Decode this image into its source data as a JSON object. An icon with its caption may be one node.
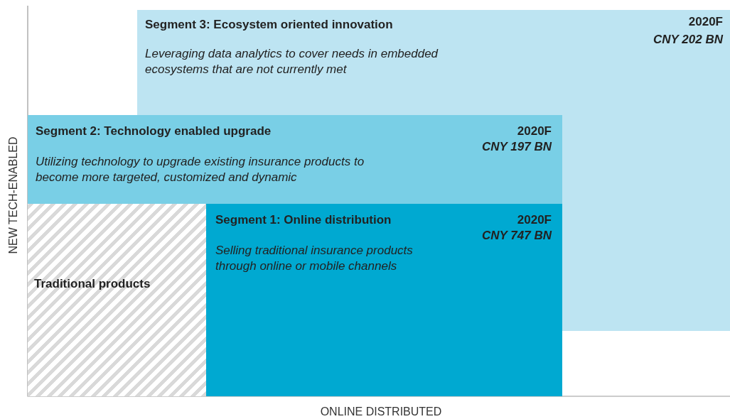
{
  "diagram": {
    "nodes": [
      {
        "text": [
          "Segment 3: Ecosystem oriented innovation",
          "Leveraging data analytics to cover needs in embedded ecosystems that are not currently met",
          "2020F",
          "CNY 202 BN"
        ]
      },
      {
        "text": [
          "Segment 2: Technology enabled upgrade",
          "Utilizing technology to upgrade existing insurance products to become more targeted, customized and dynamic",
          "2020F",
          "CNY 197 BN"
        ]
      },
      {
        "text": [
          "Traditional products"
        ]
      },
      {
        "text": [
          "Segment 1: Online distribution",
          "Selling traditional insurance products through online or mobile channels",
          "2020F",
          "CNY 747 BN"
        ]
      }
    ],
    "labels": [
      "NEW TECH-ENABLED",
      "ONLINE DISTRIBUTED"
    ]
  }
}
